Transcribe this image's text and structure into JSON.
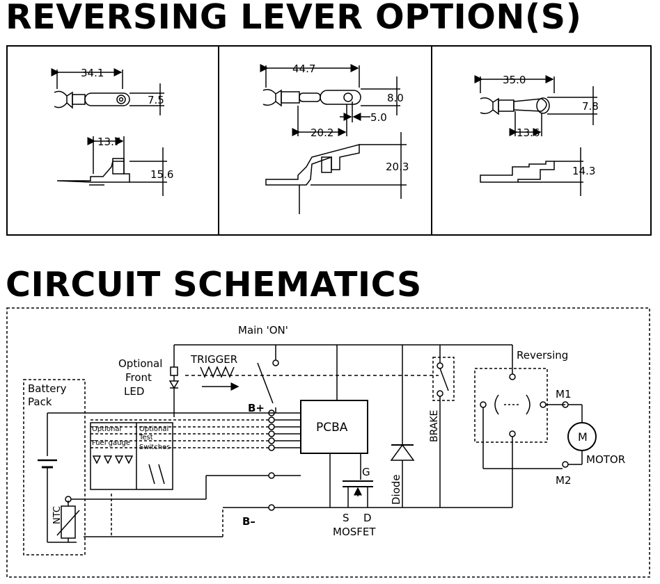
{
  "headings": {
    "reversing": "REVERSING LEVER OPTION(S)",
    "schematics": "CIRCUIT SCHEMATICS"
  },
  "lever_options": [
    {
      "length": "34.1",
      "height": "7.5",
      "offset": "13.7",
      "side_height": "15.6"
    },
    {
      "length": "44.7",
      "height": "8.0",
      "pivot": "5.0",
      "offset": "20.2",
      "side_height": "20.3"
    },
    {
      "length": "35.0",
      "height": "7.8",
      "offset": "13.6",
      "side_height": "14.3"
    }
  ],
  "schematic": {
    "main_on": "Main 'ON'",
    "trigger": "TRIGGER",
    "optional_led": [
      "Optional",
      "Front",
      "LED"
    ],
    "battery_pack": [
      "Battery",
      "Pack"
    ],
    "b_plus": "B+",
    "b_minus": "B–",
    "optional_fuel": [
      "Optional",
      "Fuel gauge"
    ],
    "optional_test": [
      "Optional",
      "Test",
      "Switches"
    ],
    "ntc": "NTC",
    "pcba": "PCBA",
    "gate": "G",
    "source": "S",
    "drain": "D",
    "mosfet": "MOSFET",
    "diode": "Diode",
    "brake": "BRAKE",
    "reversing": "Reversing",
    "m1": "M1",
    "m2": "M2",
    "motor_symbol": "M",
    "motor": "MOTOR"
  }
}
